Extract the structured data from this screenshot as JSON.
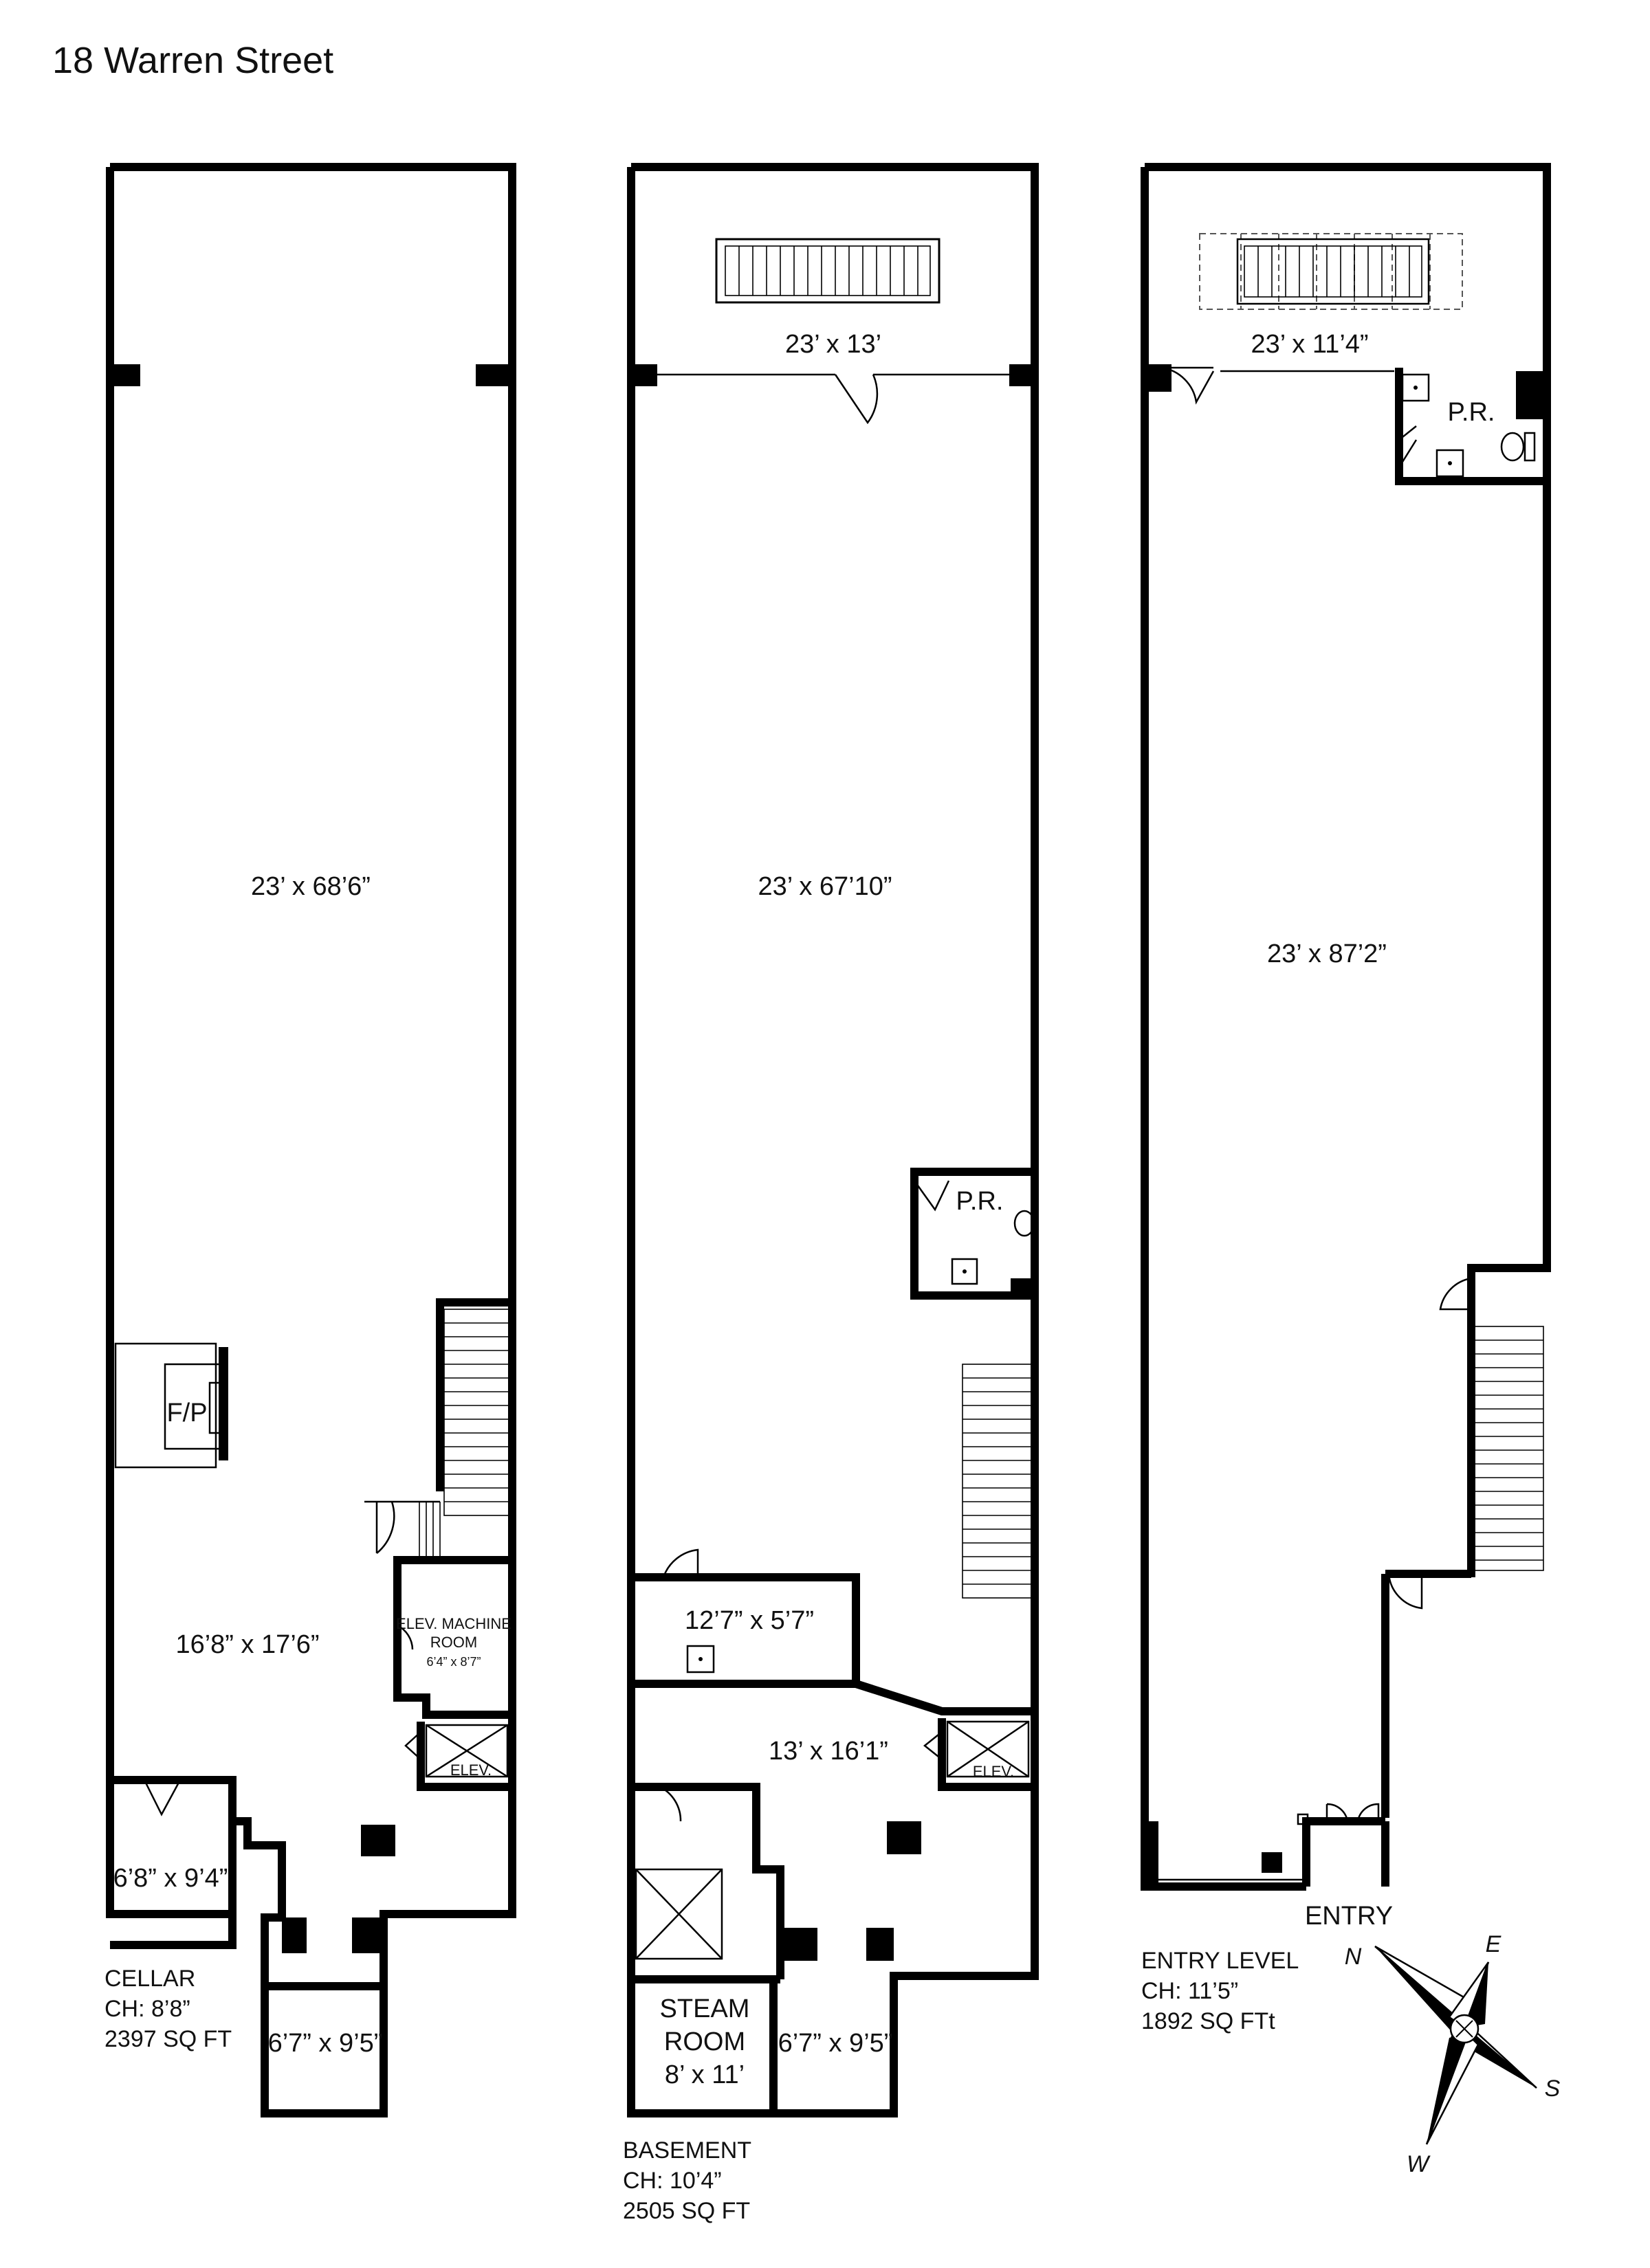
{
  "title": "18 Warren Street",
  "floors": {
    "cellar": {
      "name": "CELLAR",
      "ceiling": "CH: 8’8”",
      "area": "2397 SQ FT",
      "rooms": {
        "main": "23’ x 68’6”",
        "fp": "F/P",
        "lower": "16’8” x 17’6”",
        "machine_1": "ELEV. MACHINE",
        "machine_2": "ROOM",
        "machine_dim": "6’4” x 8’7”",
        "elev": "ELEV.",
        "small_left": "6’8” x 9’4”",
        "small_bottom": "6’7” x 9’5”"
      }
    },
    "basement": {
      "name": "BASEMENT",
      "ceiling": "CH: 10’4”",
      "area": "2505 SQ FT",
      "rooms": {
        "top": "23’ x 13’",
        "main": "23’ x 67’10”",
        "pr": "P.R.",
        "storage": "12’7” x 5’7”",
        "lower": "13’ x 16’1”",
        "elev": "ELEV.",
        "steam_1": "STEAM",
        "steam_2": "ROOM",
        "steam_dim": "8’ x 11’",
        "small": "6’7” x 9’5”"
      }
    },
    "entry": {
      "name": "ENTRY LEVEL",
      "ceiling": "CH: 11’5”",
      "area": "1892 SQ FTt",
      "rooms": {
        "top": "23’ x 11’4”",
        "pr": "P.R.",
        "main": "23’ x 87’2”",
        "entry": "ENTRY"
      }
    }
  },
  "compass": {
    "n": "N",
    "e": "E",
    "s": "S",
    "w": "W"
  }
}
